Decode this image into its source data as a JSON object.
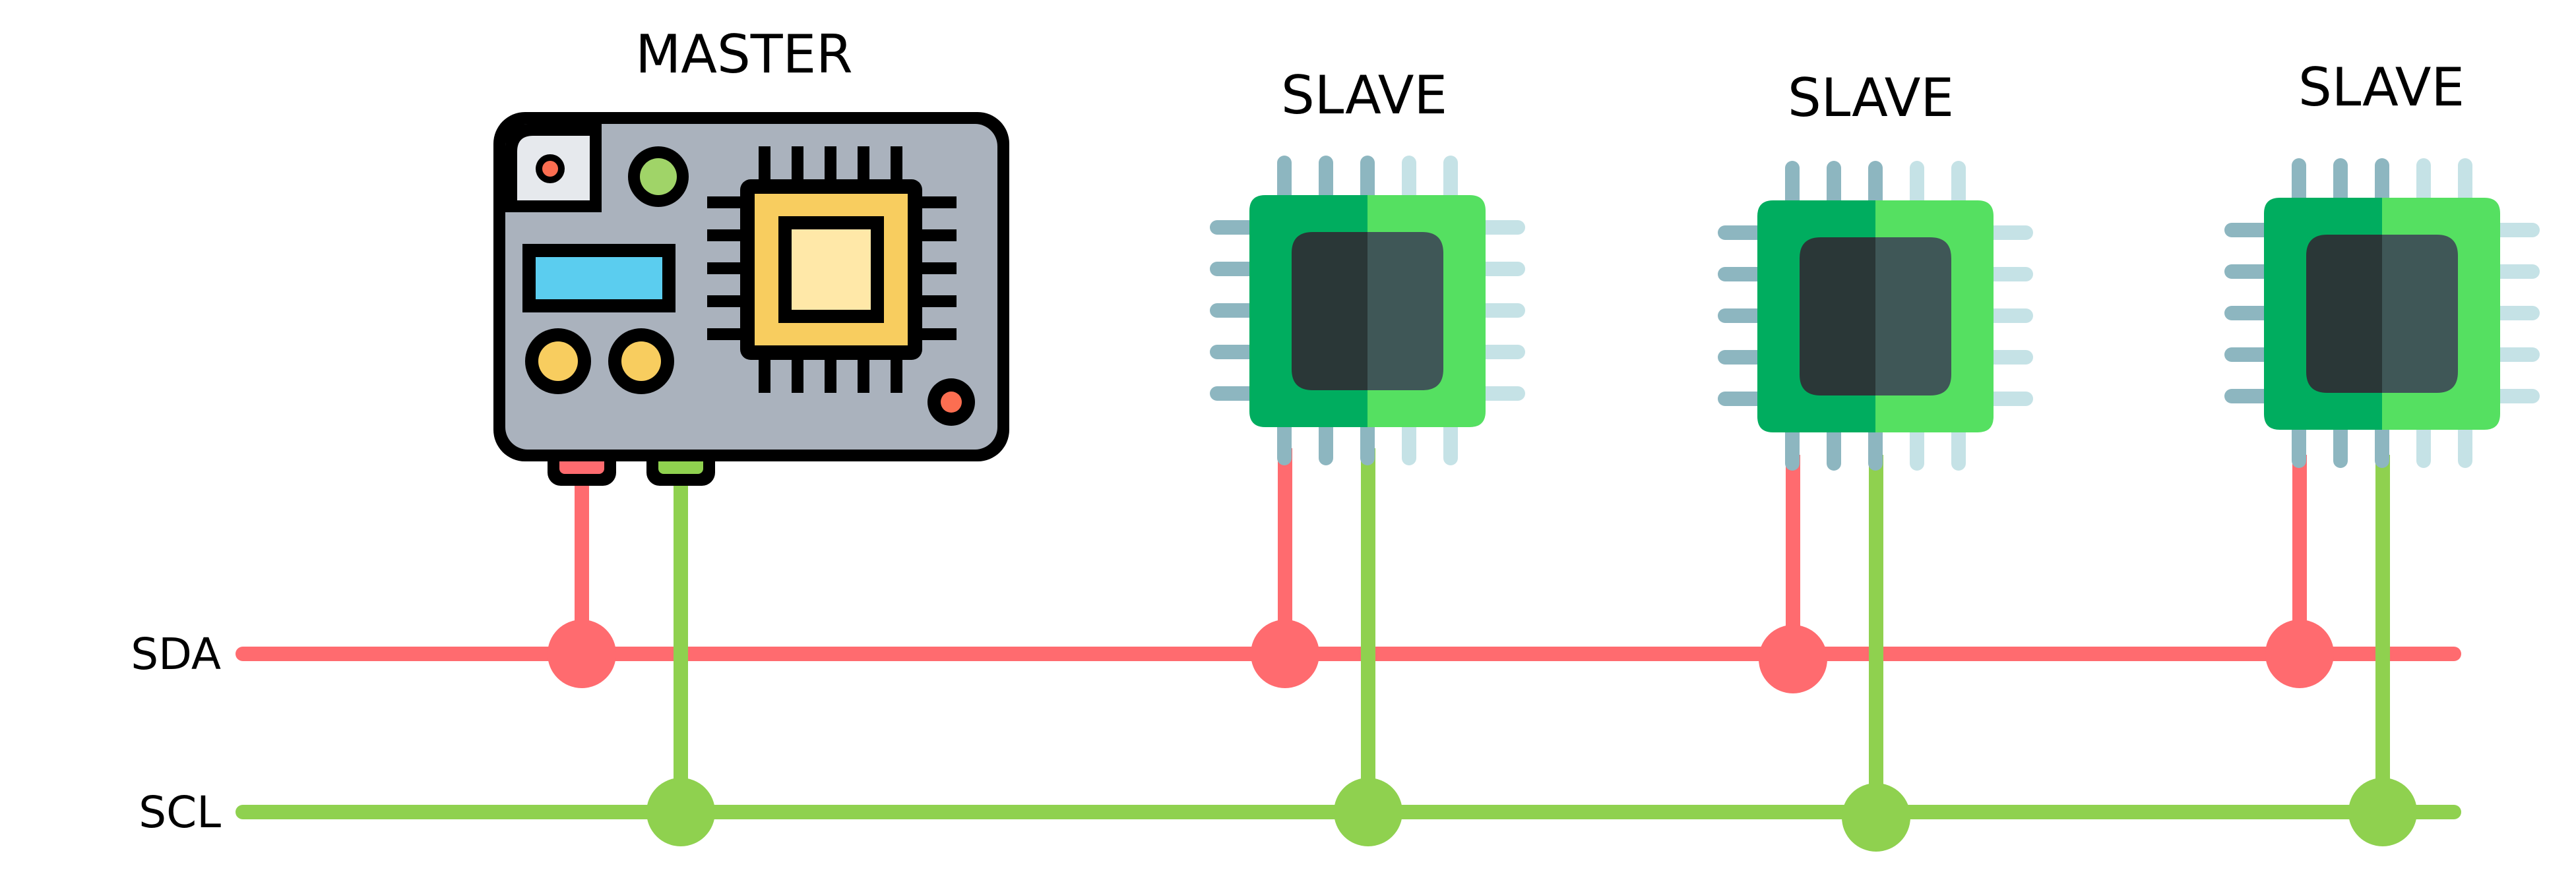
{
  "labels": {
    "master": "MASTER",
    "slave_1": "SLAVE",
    "slave_2": "SLAVE",
    "slave_3": "SLAVE",
    "sda": "SDA",
    "scl": "SCL"
  },
  "colors": {
    "sda": "#FF6B6F",
    "scl": "#8FD14F",
    "board_body": "#AAB2BD",
    "board_outline": "#000000",
    "board_cpu": "#F8CD5F",
    "board_cpu_core": "#FFE8A8",
    "board_display": "#5BCDEF",
    "board_led_green": "#A0D468",
    "board_led_red": "#FC6E51",
    "board_corner": "#E6E9ED",
    "chip_dark_green": "#00AD5F",
    "chip_light_green": "#55E061",
    "chip_core_dark": "#2A3737",
    "chip_core_light": "#3F5757",
    "chip_pin_dark": "#8DB6C0",
    "chip_pin_light": "#C5E2E6"
  },
  "icons": [
    "circuit-board-icon",
    "microchip-icon"
  ]
}
